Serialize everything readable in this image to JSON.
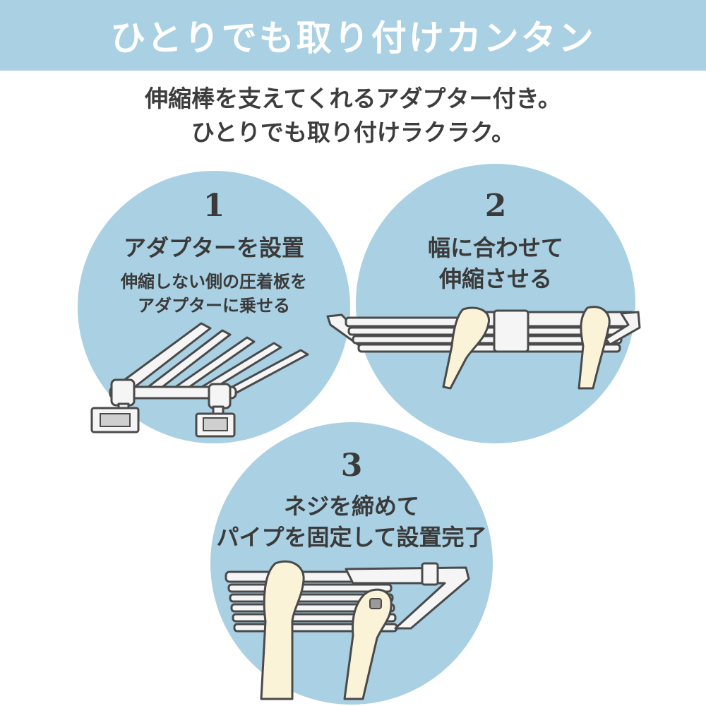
{
  "colors": {
    "banner": "#a9d0e3",
    "circle": "#a9d0e3",
    "text": "#3a3a3a",
    "skin": "#fbf3d8",
    "metal": "#f5f5f5",
    "outline": "#4a4a4a"
  },
  "banner": {
    "title": "ひとりでも取り付けカンタン"
  },
  "subtitle": {
    "line1": "伸縮棒を支えてくれるアダプター付き。",
    "line2": "ひとりでも取り付けラクラク。"
  },
  "steps": [
    {
      "number": "1",
      "heading": "アダプターを設置",
      "desc_line1": "伸縮しない側の圧着板を",
      "desc_line2": "アダプターに乗せる"
    },
    {
      "number": "2",
      "heading_line1": "幅に合わせて",
      "heading_line2": "伸縮させる"
    },
    {
      "number": "3",
      "heading_line1": "ネジを締めて",
      "heading_line2": "パイプを固定して設置完了"
    }
  ]
}
